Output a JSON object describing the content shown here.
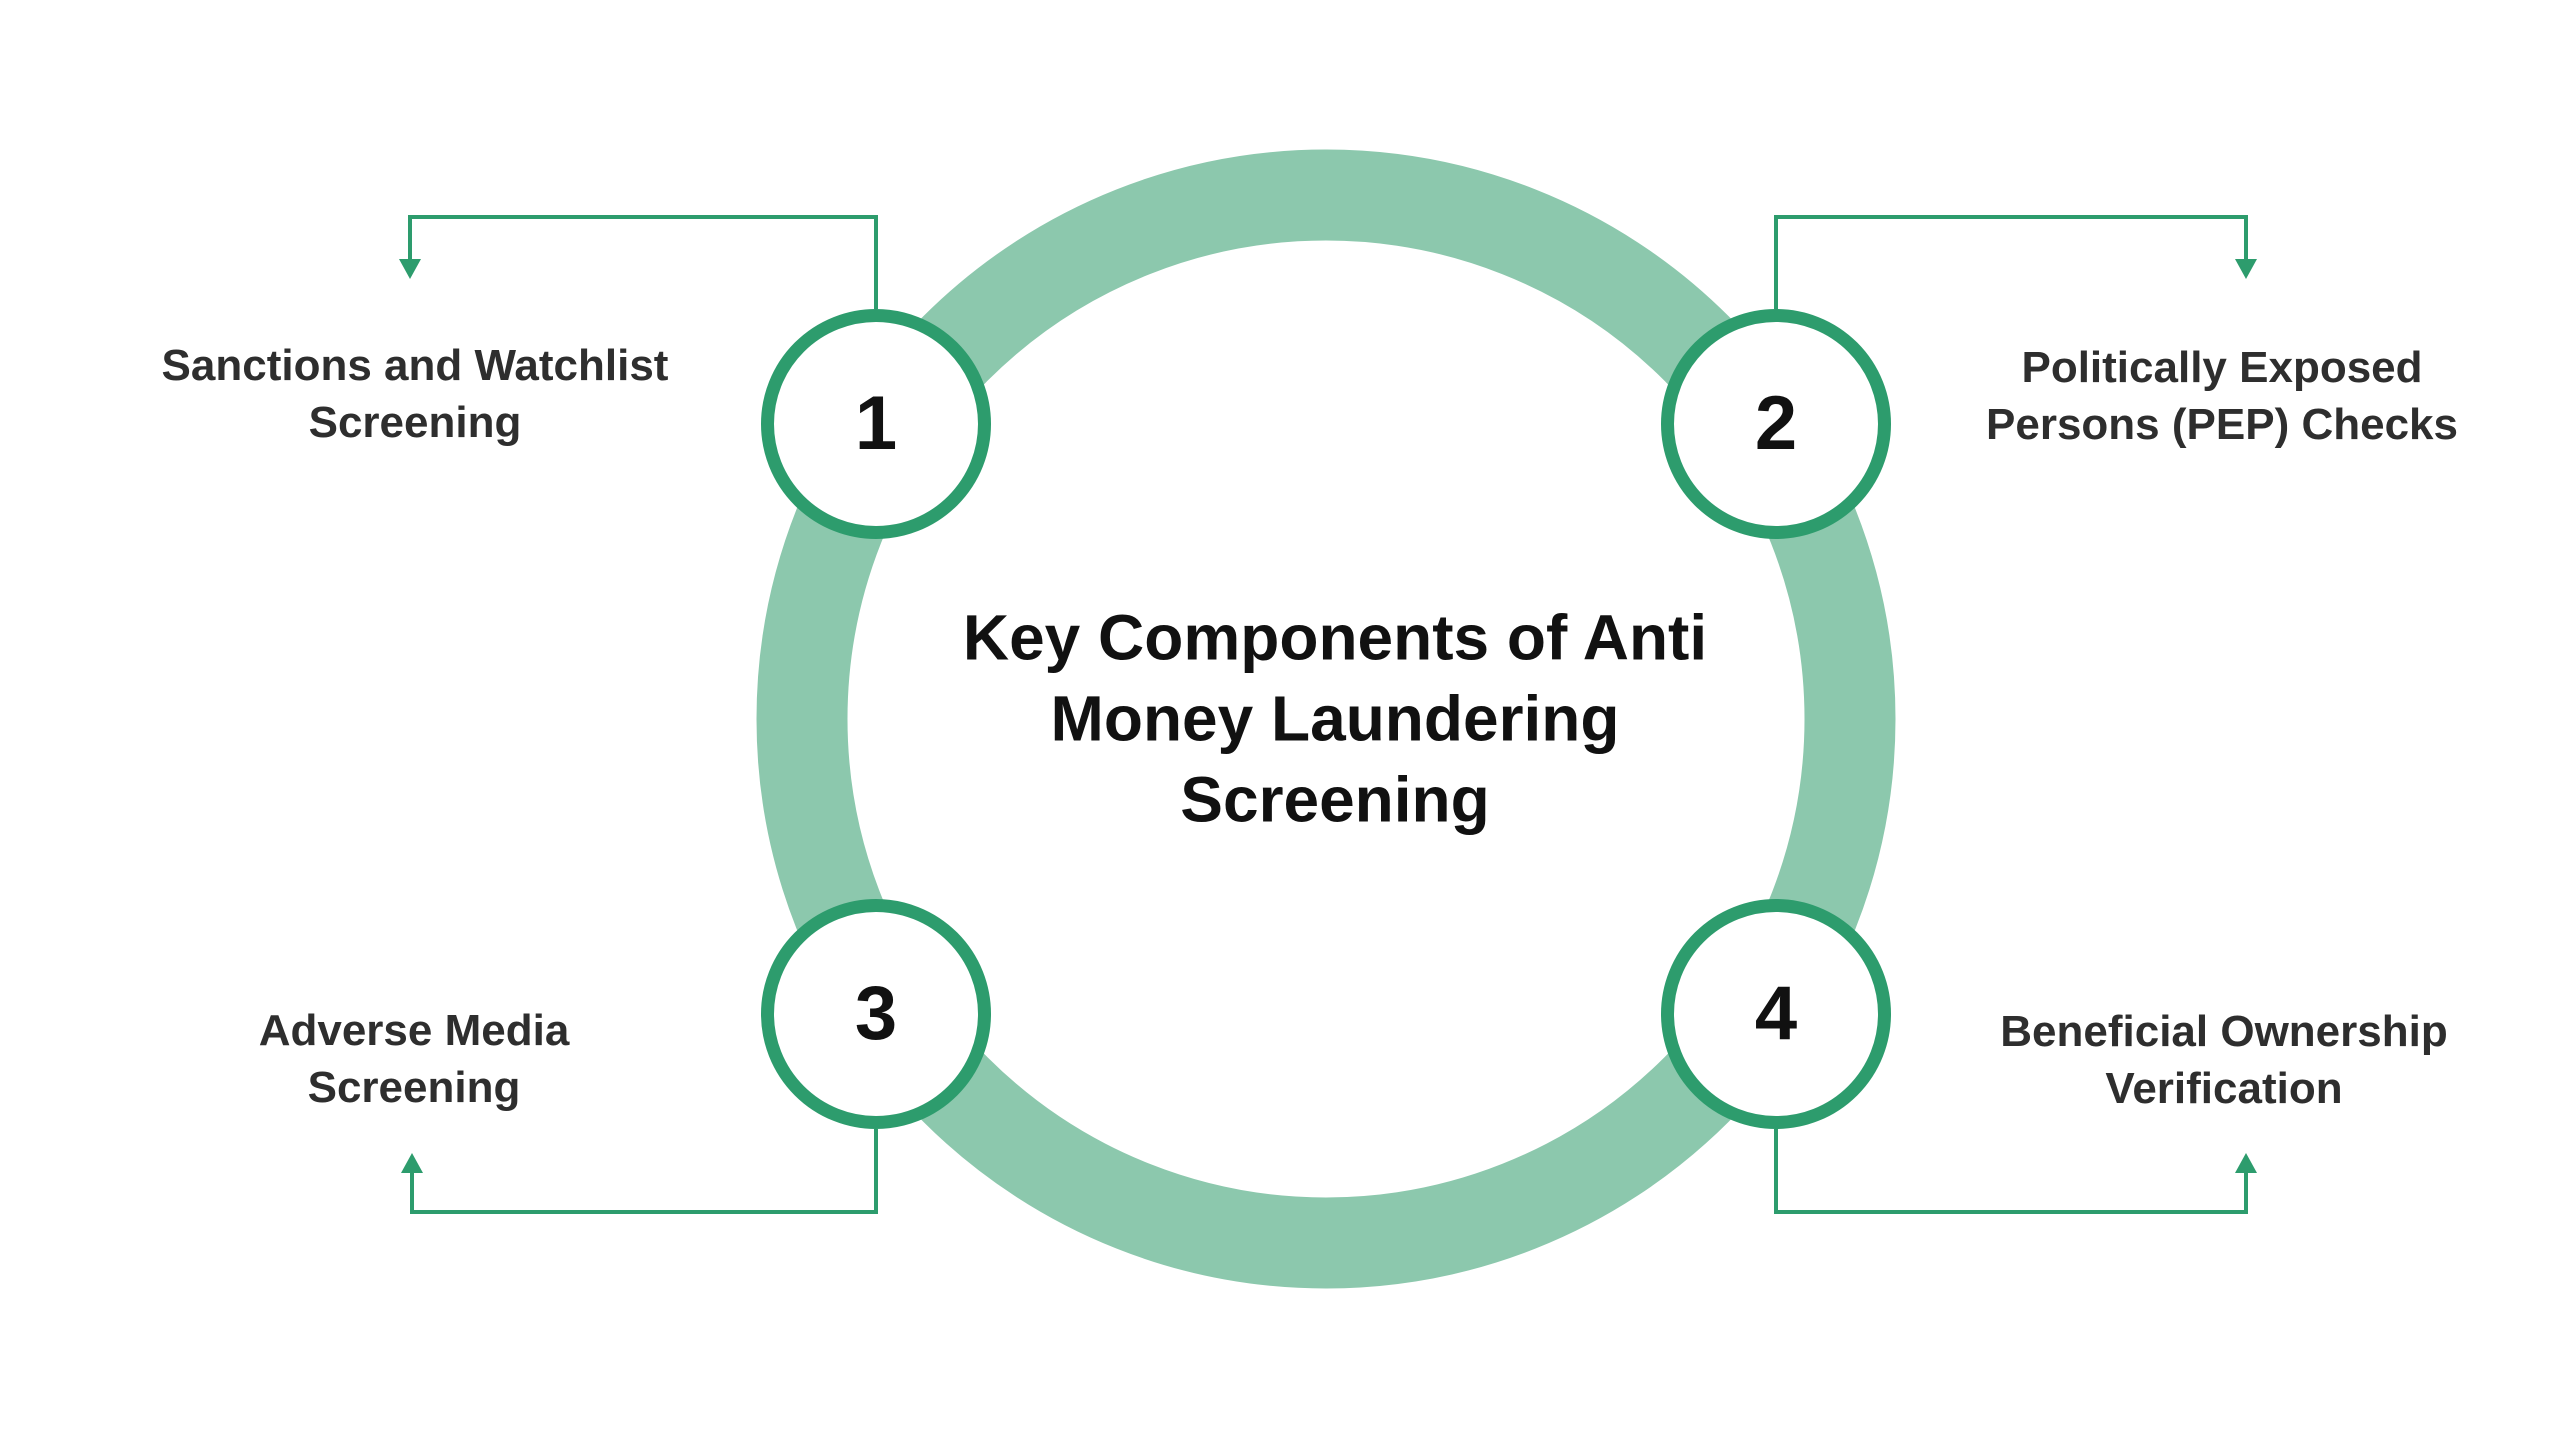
{
  "title": {
    "lines": [
      "Key Components of Anti",
      "Money Laundering",
      "Screening"
    ]
  },
  "items": [
    {
      "number": "1",
      "position": "top-left",
      "label_lines": [
        "Sanctions and Watchlist",
        "Screening"
      ]
    },
    {
      "number": "2",
      "position": "top-right",
      "label_lines": [
        "Politically Exposed",
        "Persons (PEP) Checks"
      ]
    },
    {
      "number": "3",
      "position": "bottom-left",
      "label_lines": [
        "Adverse Media",
        "Screening"
      ]
    },
    {
      "number": "4",
      "position": "bottom-right",
      "label_lines": [
        "Beneficial Ownership",
        "Verification"
      ]
    }
  ],
  "colors": {
    "background": "#FFFFFF",
    "ring_band": "#8CC8AD",
    "accent_green": "#2D9C6D",
    "title_text": "#111111",
    "label_text": "#2E2E2E",
    "number_text": "#111111"
  }
}
